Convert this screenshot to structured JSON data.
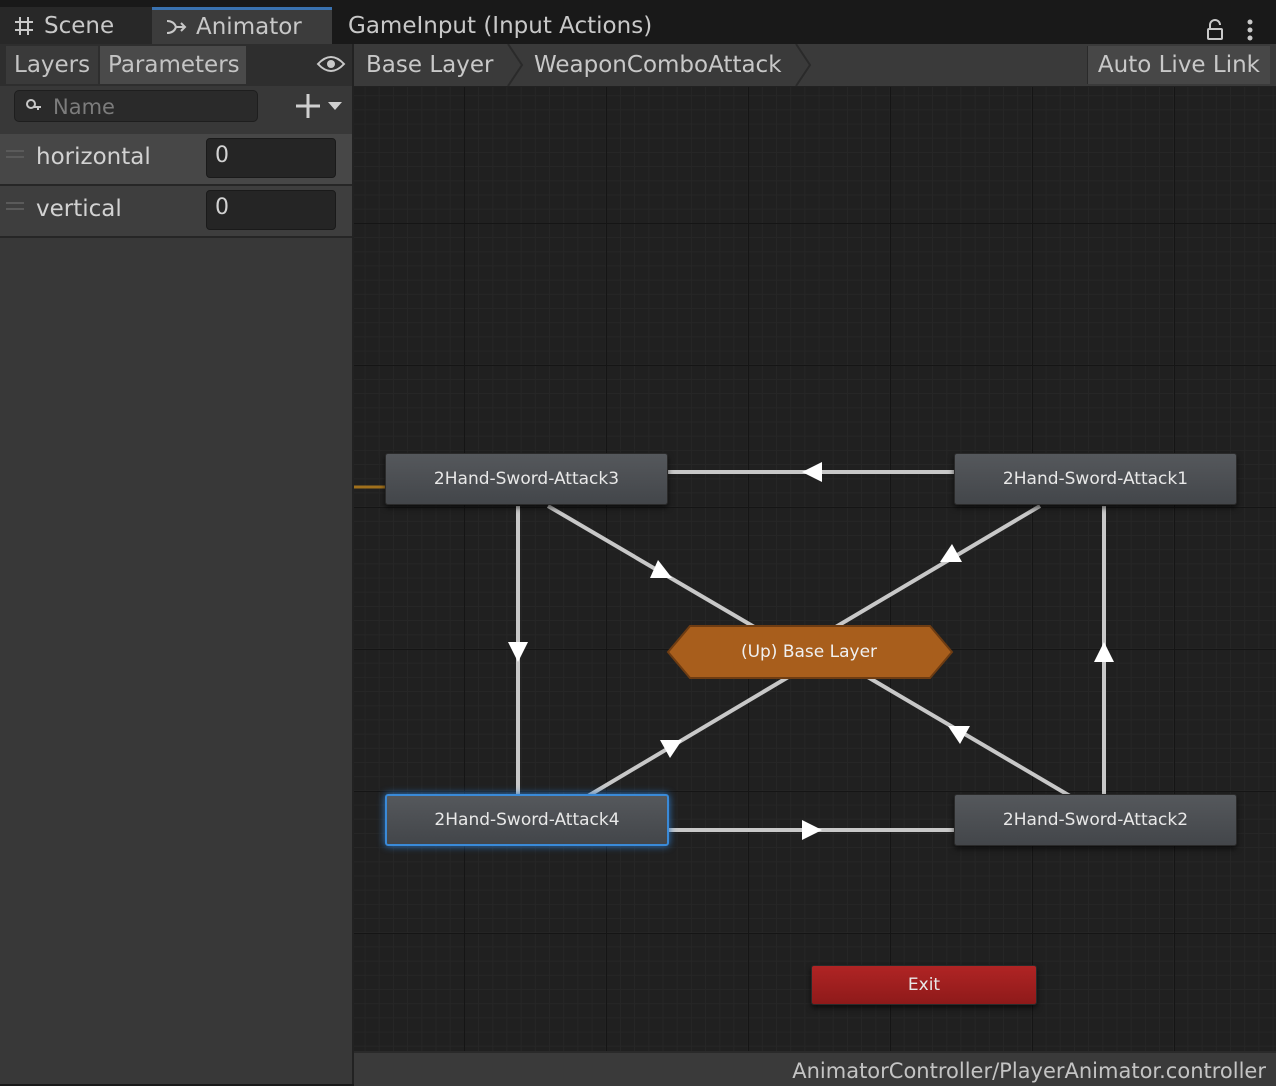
{
  "tabs": {
    "scene": "Scene",
    "animator": "Animator",
    "input_actions": "GameInput (Input Actions)"
  },
  "left_panel": {
    "tab_layers": "Layers",
    "tab_parameters": "Parameters",
    "search_placeholder": "Name",
    "parameters": [
      {
        "name": "horizontal",
        "value": "0"
      },
      {
        "name": "vertical",
        "value": "0"
      }
    ]
  },
  "breadcrumb": {
    "items": [
      "Base Layer",
      "WeaponComboAttack"
    ],
    "auto_live_link": "Auto Live Link"
  },
  "graph": {
    "states": {
      "attack1": "2Hand-Sword-Attack1",
      "attack2": "2Hand-Sword-Attack2",
      "attack3": "2Hand-Sword-Attack3",
      "attack4": "2Hand-Sword-Attack4",
      "up_base_layer": "(Up) Base Layer",
      "exit": "Exit"
    },
    "selected_state": "2Hand-Sword-Attack4",
    "colors": {
      "state": "#4b4e52",
      "up_node": "#a85e1c",
      "exit": "#9c1e1e",
      "selection": "#3a8ad8",
      "transition": "#cfcfcf"
    }
  },
  "status_bar": {
    "path": "AnimatorController/PlayerAnimator.controller"
  }
}
